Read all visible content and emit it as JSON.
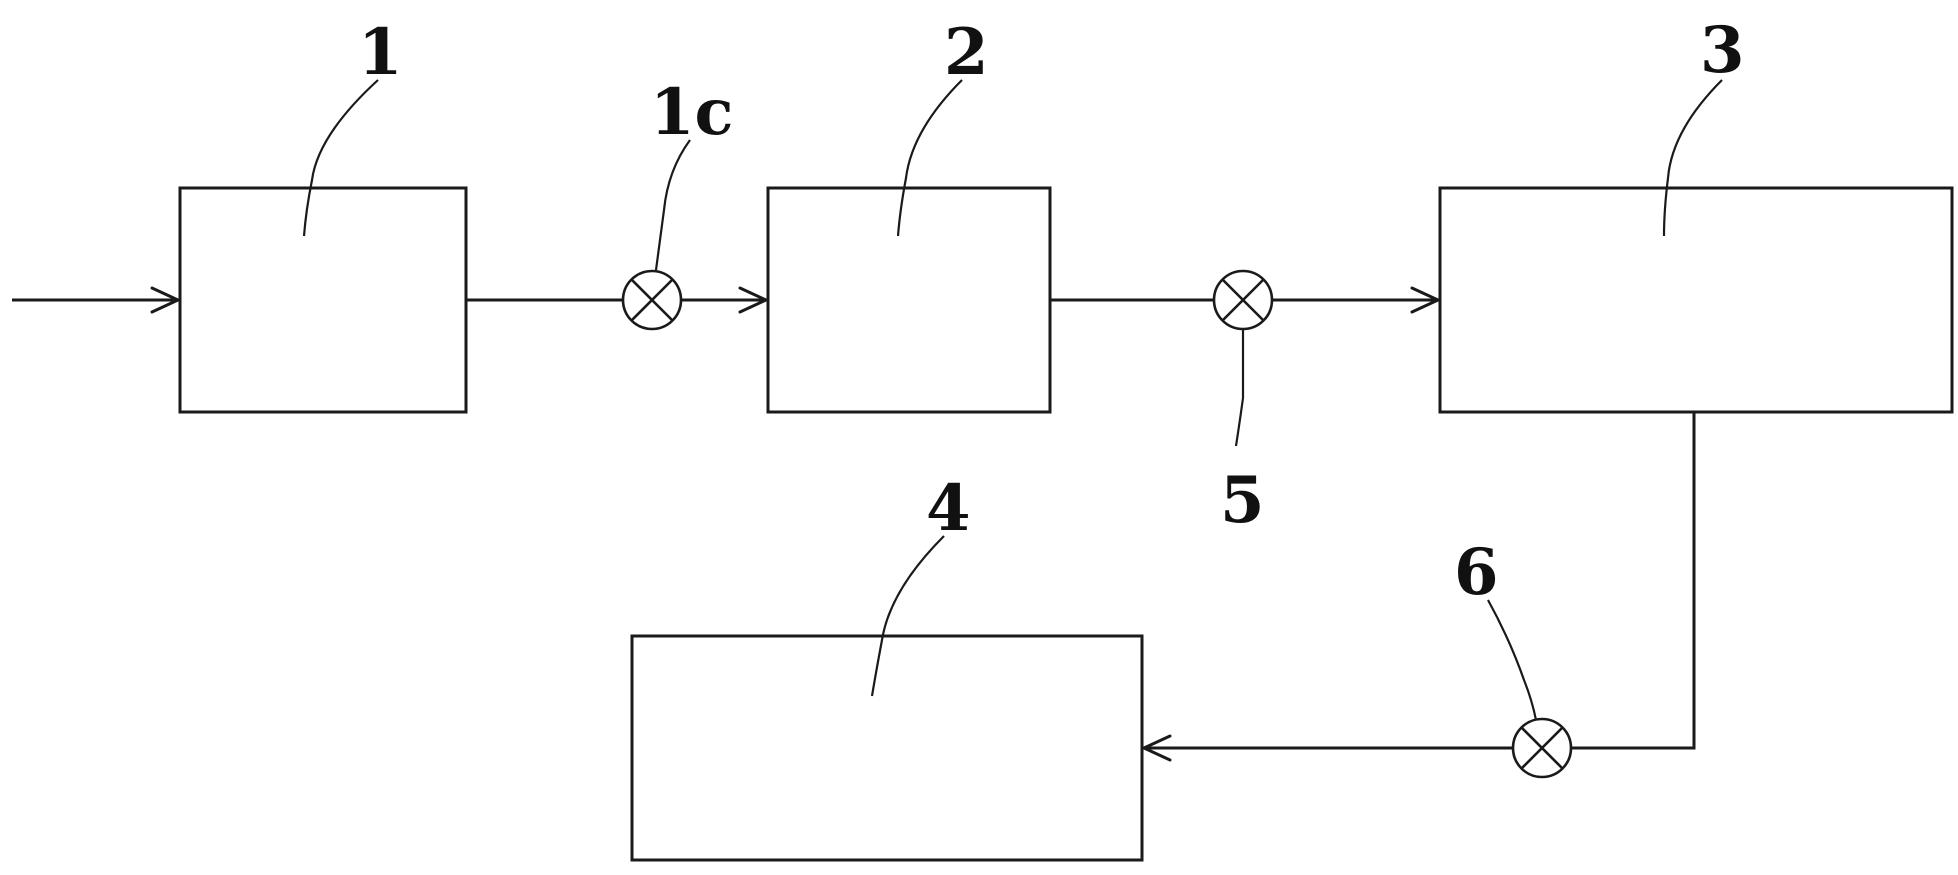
{
  "labels": {
    "box1": "1",
    "box2": "2",
    "box3": "3",
    "box4": "4",
    "valve_1c": "1c",
    "valve_5": "5",
    "valve_6": "6"
  },
  "colors": {
    "stroke": "#1a1a1a",
    "background": "#ffffff"
  },
  "icons": {
    "valve": "valve-icon"
  }
}
